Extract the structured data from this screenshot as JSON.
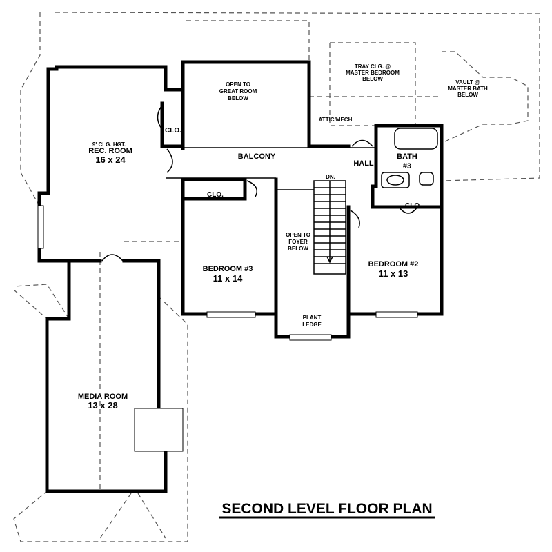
{
  "rooms": {
    "open_great_room": [
      "OPEN TO",
      "GREAT ROOM",
      "BELOW"
    ],
    "tray_ceiling": [
      "TRAY CLG. @",
      "MASTER BEDROOM",
      "BELOW"
    ],
    "vault": [
      "VAULT @",
      "MASTER BATH",
      "BELOW"
    ],
    "attic": "ATTIC/MECH",
    "clo_rec": "CLO.",
    "rec_ceiling": "9' CLG. HGT.",
    "rec_name": "REC. ROOM",
    "rec_size": "16 x 24",
    "balcony": "BALCONY",
    "hall": "HALL",
    "bath_name": "BATH",
    "bath_num": "#3",
    "clo_bed3": "CLO.",
    "clo_bed2": "CLO.",
    "stair_dn": "DN.",
    "open_foyer": [
      "OPEN TO",
      "FOYER",
      "BELOW"
    ],
    "bed3_name": "BEDROOM #3",
    "bed3_size": "11 x 14",
    "bed2_name": "BEDROOM #2",
    "bed2_size": "11 x 13",
    "plant_ledge": [
      "PLANT",
      "LEDGE"
    ],
    "media_name": "MEDIA ROOM",
    "media_size": "13 x 28"
  },
  "title": "SECOND LEVEL FLOOR PLAN"
}
